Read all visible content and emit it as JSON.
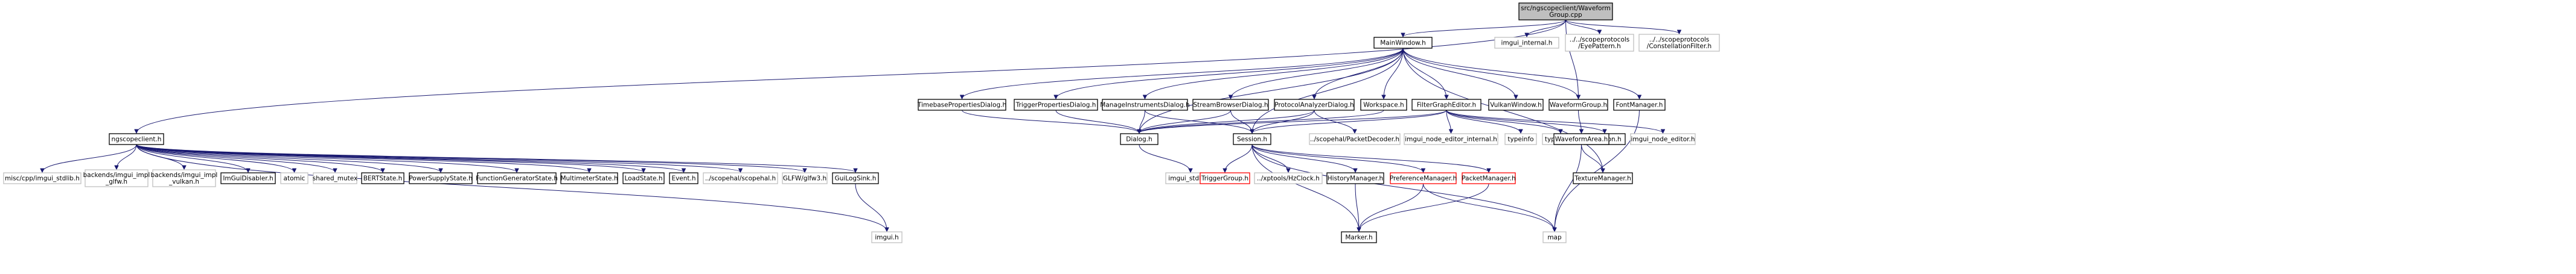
{
  "diagram": {
    "type": "include-dependency-graph",
    "colors": {
      "edge": "#191970",
      "node_border": "#000000",
      "root_fill": "#bfbfbf",
      "documented_fill": "#ffffff",
      "external_border": "#bfbfbf",
      "external_text": "#404040",
      "missing_border": "#ff0000",
      "arrow_fill": "#191970"
    },
    "nodes": [
      {
        "id": "root",
        "lines": [
          "src/ngscopeclient/Waveform",
          "Group.cpp"
        ],
        "kind": "root"
      },
      {
        "id": "mainwindow",
        "lines": [
          "MainWindow.h"
        ],
        "kind": "documented"
      },
      {
        "id": "imgui_internal",
        "lines": [
          "imgui_internal.h"
        ],
        "kind": "external"
      },
      {
        "id": "eyepattern",
        "lines": [
          "../../scopeprotocols",
          "/EyePattern.h"
        ],
        "kind": "external"
      },
      {
        "id": "constellation",
        "lines": [
          "../../scopeprotocols",
          "/ConstellationFilter.h"
        ],
        "kind": "external"
      },
      {
        "id": "timebase",
        "lines": [
          "TimebasePropertiesDialog.h"
        ],
        "kind": "documented"
      },
      {
        "id": "trigprops",
        "lines": [
          "TriggerPropertiesDialog.h"
        ],
        "kind": "documented"
      },
      {
        "id": "manageinst",
        "lines": [
          "ManageInstrumentsDialog.h"
        ],
        "kind": "documented"
      },
      {
        "id": "streambrowser",
        "lines": [
          "StreamBrowserDialog.h"
        ],
        "kind": "documented"
      },
      {
        "id": "protoanalyzer",
        "lines": [
          "ProtocolAnalyzerDialog.h"
        ],
        "kind": "documented"
      },
      {
        "id": "workspace",
        "lines": [
          "Workspace.h"
        ],
        "kind": "documented"
      },
      {
        "id": "filtergraph",
        "lines": [
          "FilterGraphEditor.h"
        ],
        "kind": "documented"
      },
      {
        "id": "vulkanwindow",
        "lines": [
          "VulkanWindow.h"
        ],
        "kind": "documented"
      },
      {
        "id": "waveformgroup",
        "lines": [
          "WaveformGroup.h"
        ],
        "kind": "documented"
      },
      {
        "id": "fontmanager",
        "lines": [
          "FontManager.h"
        ],
        "kind": "documented"
      },
      {
        "id": "ngscopeclient",
        "lines": [
          "ngscopeclient.h"
        ],
        "kind": "documented"
      },
      {
        "id": "dialog",
        "lines": [
          "Dialog.h"
        ],
        "kind": "documented"
      },
      {
        "id": "session",
        "lines": [
          "Session.h"
        ],
        "kind": "documented"
      },
      {
        "id": "packetdecoder",
        "lines": [
          "../scopehal/PacketDecoder.h"
        ],
        "kind": "external"
      },
      {
        "id": "nodeeditorint",
        "lines": [
          "imgui_node_editor_internal.h"
        ],
        "kind": "external"
      },
      {
        "id": "typeinfo",
        "lines": [
          "typeinfo"
        ],
        "kind": "external"
      },
      {
        "id": "typeindex",
        "lines": [
          "typeindex"
        ],
        "kind": "external"
      },
      {
        "id": "bijection",
        "lines": [
          "Bijection.h"
        ],
        "kind": "documented"
      },
      {
        "id": "nodeeditor",
        "lines": [
          "imgui_node_editor.h"
        ],
        "kind": "external"
      },
      {
        "id": "waveformarea",
        "lines": [
          "WaveformArea.h"
        ],
        "kind": "documented"
      },
      {
        "id": "stdlib",
        "lines": [
          "misc/cpp/imgui_stdlib.h"
        ],
        "kind": "external"
      },
      {
        "id": "glfw",
        "lines": [
          "backends/imgui_impl",
          "_glfw.h"
        ],
        "kind": "external"
      },
      {
        "id": "vulkan",
        "lines": [
          "backends/imgui_impl",
          "_vulkan.h"
        ],
        "kind": "external"
      },
      {
        "id": "imguidisabler",
        "lines": [
          "ImGuiDisabler.h"
        ],
        "kind": "documented"
      },
      {
        "id": "atomic",
        "lines": [
          "atomic"
        ],
        "kind": "external"
      },
      {
        "id": "sharedmutex",
        "lines": [
          "shared_mutex"
        ],
        "kind": "external"
      },
      {
        "id": "bertstate",
        "lines": [
          "BERTState.h"
        ],
        "kind": "documented"
      },
      {
        "id": "powersupply",
        "lines": [
          "PowerSupplyState.h"
        ],
        "kind": "documented"
      },
      {
        "id": "funcgen",
        "lines": [
          "FunctionGeneratorState.h"
        ],
        "kind": "documented"
      },
      {
        "id": "multimeter",
        "lines": [
          "MultimeterState.h"
        ],
        "kind": "documented"
      },
      {
        "id": "loadstate",
        "lines": [
          "LoadState.h"
        ],
        "kind": "documented"
      },
      {
        "id": "event",
        "lines": [
          "Event.h"
        ],
        "kind": "documented"
      },
      {
        "id": "scopehal",
        "lines": [
          "../scopehal/scopehal.h"
        ],
        "kind": "external"
      },
      {
        "id": "glfw3",
        "lines": [
          "GLFW/glfw3.h"
        ],
        "kind": "external"
      },
      {
        "id": "guilogsink",
        "lines": [
          "GuiLogSink.h"
        ],
        "kind": "documented"
      },
      {
        "id": "imguistdlib",
        "lines": [
          "imgui_stdlib.h"
        ],
        "kind": "external"
      },
      {
        "id": "triggergroup",
        "lines": [
          "TriggerGroup.h"
        ],
        "kind": "missing"
      },
      {
        "id": "hzclock",
        "lines": [
          "../xptools/HzClock.h"
        ],
        "kind": "external"
      },
      {
        "id": "historymgr",
        "lines": [
          "HistoryManager.h"
        ],
        "kind": "documented"
      },
      {
        "id": "prefmgr",
        "lines": [
          "PreferenceManager.h"
        ],
        "kind": "missing"
      },
      {
        "id": "packetmgr",
        "lines": [
          "PacketManager.h"
        ],
        "kind": "missing"
      },
      {
        "id": "texturemgr",
        "lines": [
          "TextureManager.h"
        ],
        "kind": "documented"
      },
      {
        "id": "imgui",
        "lines": [
          "imgui.h"
        ],
        "kind": "external"
      },
      {
        "id": "marker",
        "lines": [
          "Marker.h"
        ],
        "kind": "documented"
      },
      {
        "id": "map",
        "lines": [
          "map"
        ],
        "kind": "external"
      }
    ]
  }
}
